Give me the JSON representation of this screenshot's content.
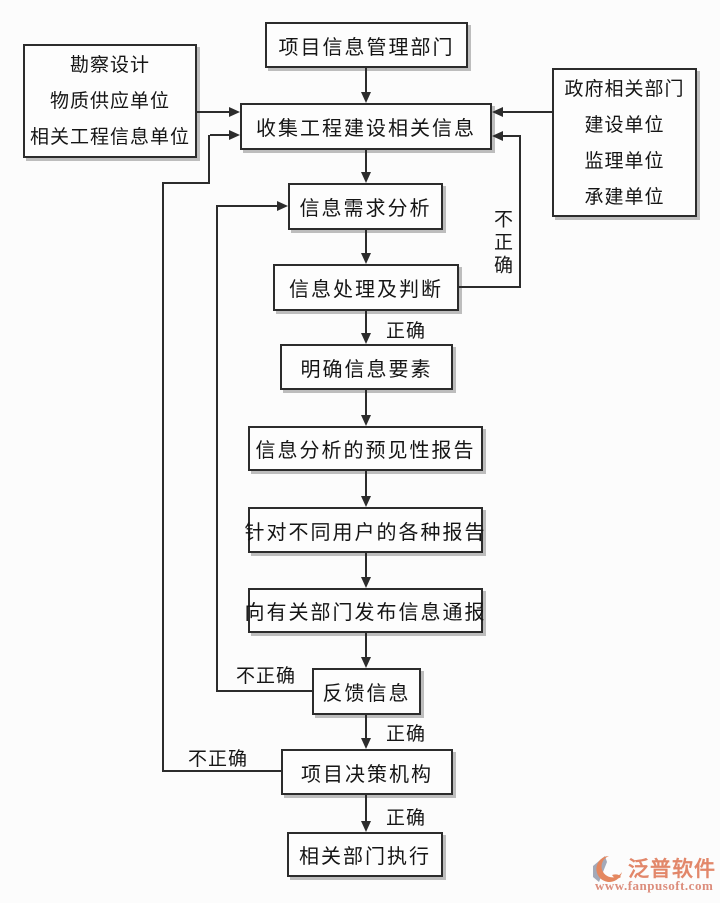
{
  "flowchart": {
    "nodes": {
      "info_dept": "项目信息管理部门",
      "collect": "收集工程建设相关信息",
      "demand_analysis": "信息需求分析",
      "processing": "信息处理及判断",
      "clarify": "明确信息要素",
      "predictive_report": "信息分析的预见性报告",
      "user_reports": "针对不同用户的各种报告",
      "notify": "向有关部门发布信息通报",
      "feedback": "反馈信息",
      "decision": "项目决策机构",
      "execute": "相关部门执行"
    },
    "sources_left": [
      "勘察设计",
      "物质供应单位",
      "相关工程信息单位"
    ],
    "sources_right": [
      "政府相关部门",
      "建设单位",
      "监理单位",
      "承建单位"
    ],
    "edge_labels": {
      "correct": "正确",
      "incorrect": "不正确"
    }
  },
  "watermark": {
    "brand": "泛普软件",
    "url": "www.fanpusoft.com"
  },
  "colors": {
    "line": "#2c2c2c",
    "text": "#151515",
    "background": "#fcfcfc",
    "watermark_orange": "#e2876a",
    "watermark_gray": "#a3a9b8"
  }
}
